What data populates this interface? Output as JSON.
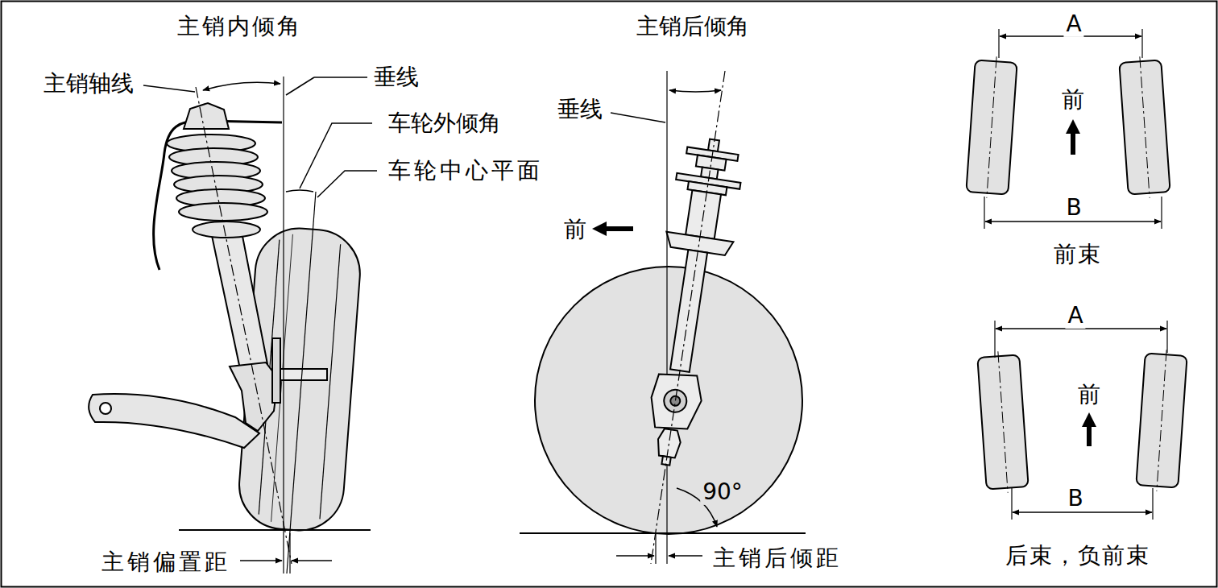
{
  "diagram": {
    "labels": [
      "主销内倾角",
      "主销轴线",
      "垂线",
      "车轮外倾角",
      "车轮中心平面",
      "主销偏置距",
      "主销后倾角",
      "垂线",
      "前",
      "90°",
      "主销后倾距",
      "A",
      "B",
      "前",
      "前束",
      "A",
      "B",
      "前",
      "后束，负前束"
    ]
  }
}
